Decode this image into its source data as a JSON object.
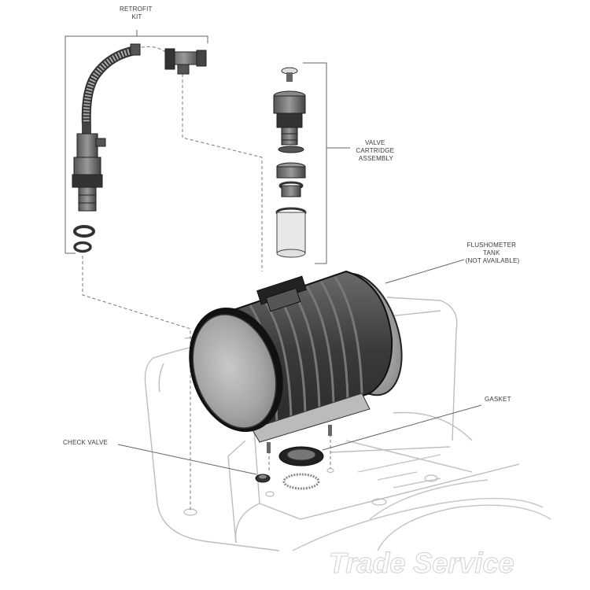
{
  "labels": {
    "retrofit_kit": [
      "RETROFIT",
      "KIT"
    ],
    "valve_cartridge_assembly": [
      "VALVE",
      "CARTRIDGE",
      "ASSEMBLY"
    ],
    "flushometer_tank": [
      "FLUSHOMETER",
      "TANK",
      "(NOT AVAILABLE)"
    ],
    "gasket": "GASKET",
    "check_valve": "CHECK VALVE"
  },
  "watermark": "Trade Service"
}
